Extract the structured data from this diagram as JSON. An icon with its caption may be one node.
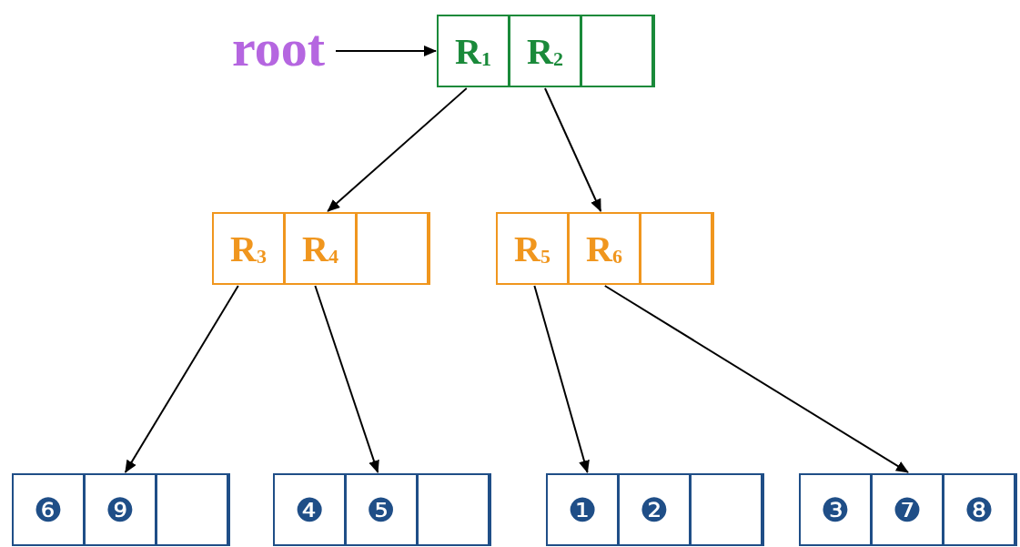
{
  "diagram": {
    "nodes": [
      {
        "text": [
          "root"
        ]
      },
      {
        "text": [],
        "shape": "box"
      },
      {
        "text": [
          "R$_{1}$"
        ],
        "in": 1
      },
      {
        "text": [
          "R$_{2}$"
        ],
        "in": 1
      },
      {
        "text": [],
        "shape": "box",
        "in": 1
      },
      {
        "text": [],
        "shape": "box"
      },
      {
        "text": [
          "R$_{3}$"
        ],
        "in": 5
      },
      {
        "text": [
          "R$_{4}$"
        ],
        "in": 5
      },
      {
        "text": [],
        "shape": "box",
        "in": 5
      },
      {
        "text": [],
        "shape": "box"
      },
      {
        "text": [
          "R$_{5}$"
        ],
        "in": 9
      },
      {
        "text": [
          "R$_{6}$"
        ],
        "in": 9
      },
      {
        "text": [],
        "shape": "box",
        "in": 9
      },
      {
        "text": [],
        "shape": "box"
      },
      {
        "text": [
          "❻"
        ],
        "in": 13
      },
      {
        "text": [
          "❾"
        ],
        "in": 13
      },
      {
        "text": [],
        "shape": "box",
        "in": 13
      },
      {
        "text": [],
        "shape": "box"
      },
      {
        "text": [
          "❹"
        ],
        "in": 17
      },
      {
        "text": [
          "❺"
        ],
        "in": 17
      },
      {
        "text": [],
        "shape": "box",
        "in": 17
      },
      {
        "text": [],
        "shape": "box"
      },
      {
        "text": [
          "❶"
        ],
        "in": 21
      },
      {
        "text": [
          "❷"
        ],
        "in": 21
      },
      {
        "text": [],
        "shape": "box",
        "in": 21
      },
      {
        "text": [],
        "shape": "box"
      },
      {
        "text": [
          "❸"
        ],
        "in": 25
      },
      {
        "text": [
          "❼"
        ],
        "in": 25
      },
      {
        "text": [
          "❽"
        ],
        "in": 25
      }
    ],
    "edges": [
      {
        "from": 0,
        "to": 2,
        "arrow": "to"
      },
      {
        "from": 2,
        "to": 5,
        "arrow": "to"
      },
      {
        "from": 3,
        "to": 9,
        "arrow": "to"
      },
      {
        "from": 6,
        "to": 13,
        "arrow": "to"
      },
      {
        "from": 7,
        "to": 17,
        "arrow": "to"
      },
      {
        "from": 10,
        "to": 21,
        "arrow": "to"
      },
      {
        "from": 11,
        "to": 25,
        "arrow": "to"
      }
    ]
  }
}
